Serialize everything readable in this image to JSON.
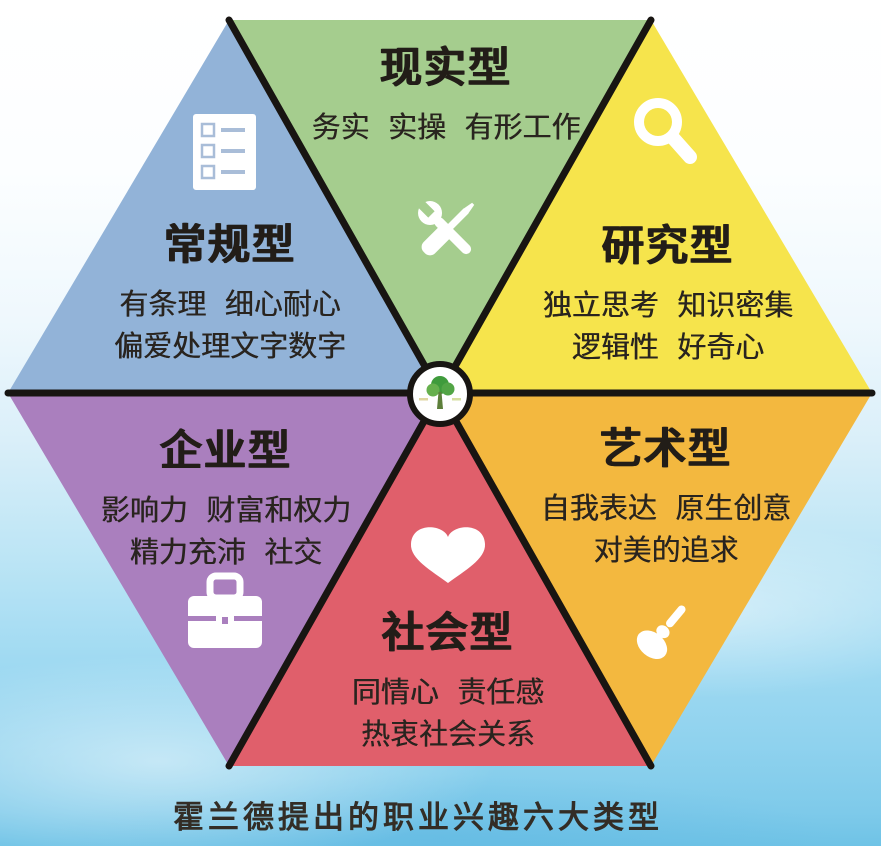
{
  "caption": {
    "text": "霍兰德提出的职业兴趣六大类型"
  },
  "center": {
    "logo": "tree-logo"
  },
  "colors": {
    "outline": "#181512",
    "icon": "#ffffff",
    "water_top": "#ffffff",
    "water_bottom": "#6fc3e6"
  },
  "sections": [
    {
      "id": "realistic",
      "label": "现实型",
      "traits": [
        "务实  实操  有形工作"
      ],
      "color": "#a5cd8e",
      "icon": "tools-icon"
    },
    {
      "id": "investigative",
      "label": "研究型",
      "traits": [
        "独立思考  知识密集",
        "逻辑性  好奇心"
      ],
      "color": "#f6e44c",
      "icon": "magnifier-icon"
    },
    {
      "id": "artistic",
      "label": "艺术型",
      "traits": [
        "自我表达  原生创意",
        "对美的追求"
      ],
      "color": "#f3b83f",
      "icon": "paintbrush-icon"
    },
    {
      "id": "social",
      "label": "社会型",
      "traits": [
        "同情心  责任感",
        "热衷社会关系"
      ],
      "color": "#e05f6b",
      "icon": "heart-icon"
    },
    {
      "id": "enterprising",
      "label": "企业型",
      "traits": [
        "影响力  财富和权力",
        "精力充沛  社交"
      ],
      "color": "#aa7fbe",
      "icon": "briefcase-icon"
    },
    {
      "id": "conventional",
      "label": "常规型",
      "traits": [
        "有条理  细心耐心",
        "偏爱处理文字数字"
      ],
      "color": "#92b3d8",
      "icon": "checklist-icon"
    }
  ]
}
